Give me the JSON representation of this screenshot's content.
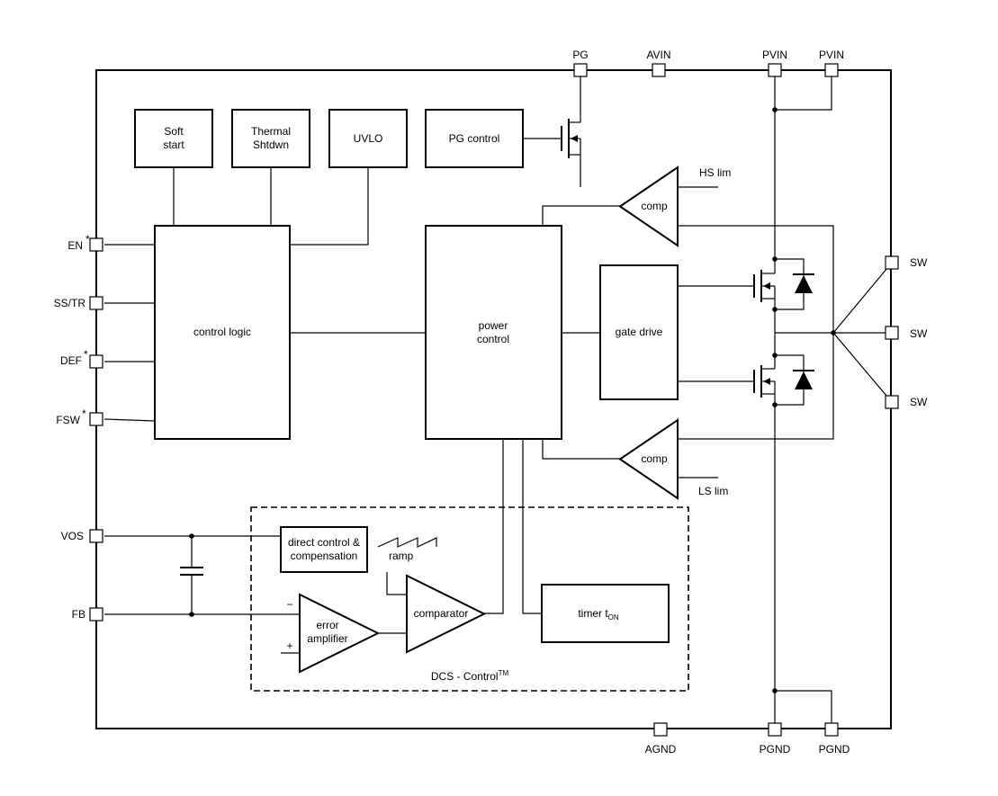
{
  "pins": {
    "pg": "PG",
    "avin": "AVIN",
    "pvin1": "PVIN",
    "pvin2": "PVIN",
    "en": "EN",
    "ss_tr": "SS/TR",
    "def": "DEF",
    "fsw": "FSW",
    "vos": "VOS",
    "fb": "FB",
    "sw1": "SW",
    "sw2": "SW",
    "sw3": "SW",
    "agnd": "AGND",
    "pgnd1": "PGND",
    "pgnd2": "PGND",
    "asterisk": "*"
  },
  "blocks": {
    "soft_start_1": "Soft",
    "soft_start_2": "start",
    "thermal_1": "Thermal",
    "thermal_2": "Shtdwn",
    "uvlo": "UVLO",
    "pg_control": "PG control",
    "control_logic": "control logic",
    "power_control_1": "power",
    "power_control_2": "control",
    "gate_drive": "gate drive",
    "comp_hs": "comp",
    "comp_ls": "comp",
    "hs_lim": "HS lim",
    "ls_lim": "LS lim",
    "direct_control_1": "direct control &",
    "direct_control_2": "compensation",
    "ramp": "ramp",
    "error_amp_1": "error",
    "error_amp_2": "amplifier",
    "comparator": "comparator",
    "timer": "timer t",
    "timer_sub": "ON",
    "minus": "−",
    "plus": "+"
  },
  "dcs_label": {
    "main": "DCS - Control",
    "sup": "TM"
  }
}
